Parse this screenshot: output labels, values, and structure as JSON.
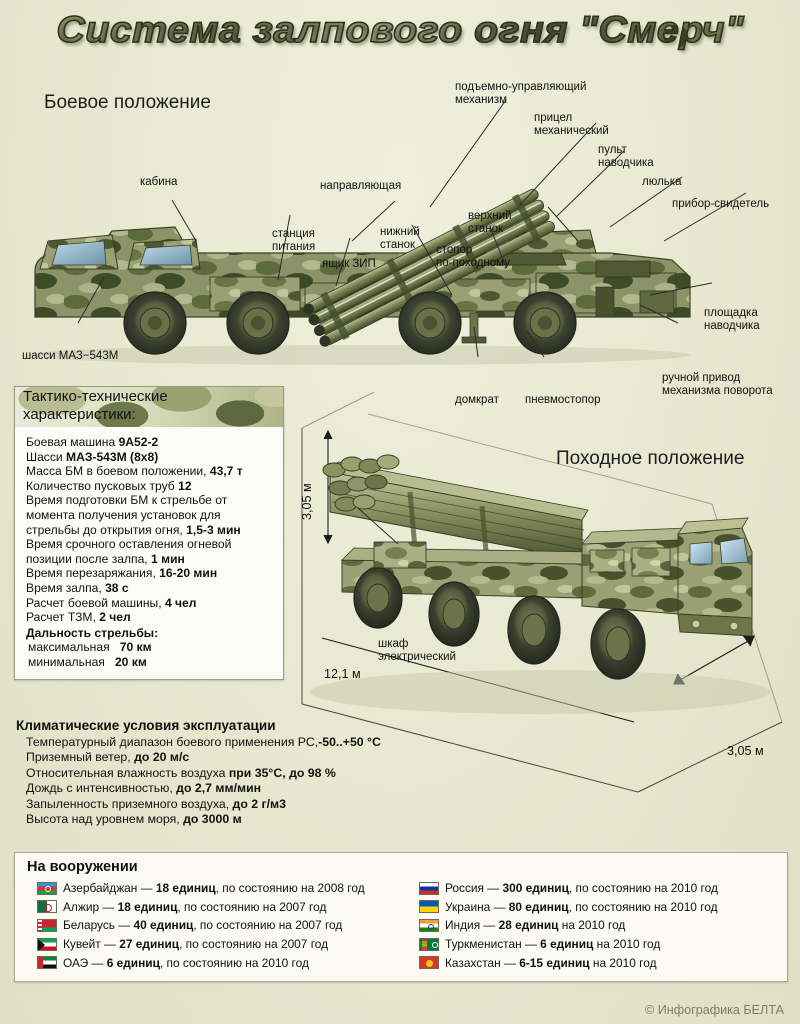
{
  "title": "Система залпового огня \"Смерч\"",
  "modes": {
    "combat": "Боевое положение",
    "travel": "Походное положение"
  },
  "top_diagram": {
    "labels": [
      {
        "id": "kabina",
        "text": "кабина"
      },
      {
        "id": "napravlyayushchaya",
        "text": "направляющая"
      },
      {
        "id": "stanciya-pitaniya",
        "text": "станция\nпитания"
      },
      {
        "id": "yashchik-zip",
        "text": "ящик ЗИП"
      },
      {
        "id": "nizhniy-stanok",
        "text": "нижний\nстанок"
      },
      {
        "id": "stopor-po-pohodnomu",
        "text": "стопор\nпо-походному"
      },
      {
        "id": "verhniy-stanok",
        "text": "верхний\nстанок"
      },
      {
        "id": "podemno-upravlyayushchiy-mehanizm",
        "text": "подъемно-управляющий\nмеханизм"
      },
      {
        "id": "pricel-mehanicheskiy",
        "text": "прицел\nмеханический"
      },
      {
        "id": "pult-navodchika",
        "text": "пульт\nнаводчика"
      },
      {
        "id": "lyulka",
        "text": "люлька"
      },
      {
        "id": "pribor-svidetel",
        "text": "прибор-свидетель"
      },
      {
        "id": "ploshchadka-navodchika",
        "text": "площадка\nнаводчика"
      },
      {
        "id": "ruchnoy-privod",
        "text": "ручной привод\nмеханизма поворота"
      },
      {
        "id": "shassi-maz",
        "text": "шасси МАЗ−543М"
      },
      {
        "id": "domkrat",
        "text": "домкрат"
      },
      {
        "id": "pnevmostopor",
        "text": "пневмостопор"
      }
    ]
  },
  "bottom_diagram": {
    "labels": [
      {
        "id": "shkaf-elektricheskiy",
        "text": "шкаф\nэлектрический"
      }
    ],
    "dimensions": {
      "height": "3,05 м",
      "length": "12,1 м",
      "width": "3,05 м"
    }
  },
  "spec": {
    "header": "Тактико-технические\nхарактеристики:",
    "rows": [
      {
        "label": "Боевая машина ",
        "value": "9А52-2"
      },
      {
        "label": "Шасси ",
        "value": "МАЗ-543М (8x8)"
      },
      {
        "label": "Масса БМ в боевом положении, ",
        "value": "43,7 т"
      },
      {
        "label": "Количество пусковых труб ",
        "value": "12"
      },
      {
        "label": "Время подготовки БМ к стрельбе от момента получения установок для стрельбы до открытия огня, ",
        "value": "1,5-3 мин"
      },
      {
        "label": "Время срочного оставления огневой позиции после залпа, ",
        "value": "1 мин"
      },
      {
        "label": "Время перезаряжания, ",
        "value": "16-20 мин"
      },
      {
        "label": "Время залпа, ",
        "value": "38 с"
      },
      {
        "label": "Расчет боевой машины, ",
        "value": "4 чел"
      },
      {
        "label": "Расчет ТЗМ, ",
        "value": "2 чел"
      }
    ],
    "range_title": "Дальность стрельбы:",
    "range_rows": [
      {
        "label": "максимальная",
        "value": "70 км"
      },
      {
        "label": "минимальная",
        "value": "20 км"
      }
    ]
  },
  "climate": {
    "title": "Климатические условия эксплуатации",
    "rows": [
      {
        "label": "Температурный диапазон боевого применения РС,",
        "value": "-50..+50 °C"
      },
      {
        "label": "Приземный ветер, ",
        "value": "до 20 м/с"
      },
      {
        "label": "Относительная влажность воздуха ",
        "value": "при 35°C, до 98 %"
      },
      {
        "label": "Дождь с интенсивностью, ",
        "value": "до 2,7 мм/мин"
      },
      {
        "label": "Запыленность приземного воздуха, ",
        "value": "до 2 г/м3"
      },
      {
        "label": "Высота над уровнем моря, ",
        "value": "до 3000 м"
      }
    ]
  },
  "armament": {
    "title": "На вооружении",
    "left": [
      {
        "flag": "az",
        "country": "Азербайджан — ",
        "units": "18 единиц",
        "note": ", по состоянию на 2008 год"
      },
      {
        "flag": "dz",
        "country": "Алжир — ",
        "units": "18 единиц",
        "note": ", по состоянию на 2007 год"
      },
      {
        "flag": "by",
        "country": "Беларусь — ",
        "units": "40 единиц",
        "note": ", по состоянию на 2007 год"
      },
      {
        "flag": "kw",
        "country": "Кувейт — ",
        "units": "27 единиц",
        "note": ", по состоянию на 2007 год"
      },
      {
        "flag": "ae",
        "country": "ОАЭ — ",
        "units": "6 единиц",
        "note": ", по состоянию на 2010 год"
      }
    ],
    "right": [
      {
        "flag": "ru",
        "country": "Россия — ",
        "units": "300 единиц",
        "note": ", по состоянию на 2010 год"
      },
      {
        "flag": "ua",
        "country": "Украина — ",
        "units": "80 единиц",
        "note": ", по состоянию на 2010 год"
      },
      {
        "flag": "in",
        "country": "Индия — ",
        "units": "28 единиц",
        "note": " на 2010 год"
      },
      {
        "flag": "tm",
        "country": "Туркменистан — ",
        "units": "6 единиц",
        "note": " на 2010 год"
      },
      {
        "flag": "kz",
        "country": "Казахстан — ",
        "units": "6-15 единиц",
        "note": " на 2010 год"
      }
    ]
  },
  "credit": "© Инфографика БЕЛТА",
  "colors": {
    "background": "#e8e9d2",
    "panel": "#fbfbf4",
    "text": "#111111",
    "camo_dark": "#454e2c",
    "camo_light": "#9aa074"
  }
}
